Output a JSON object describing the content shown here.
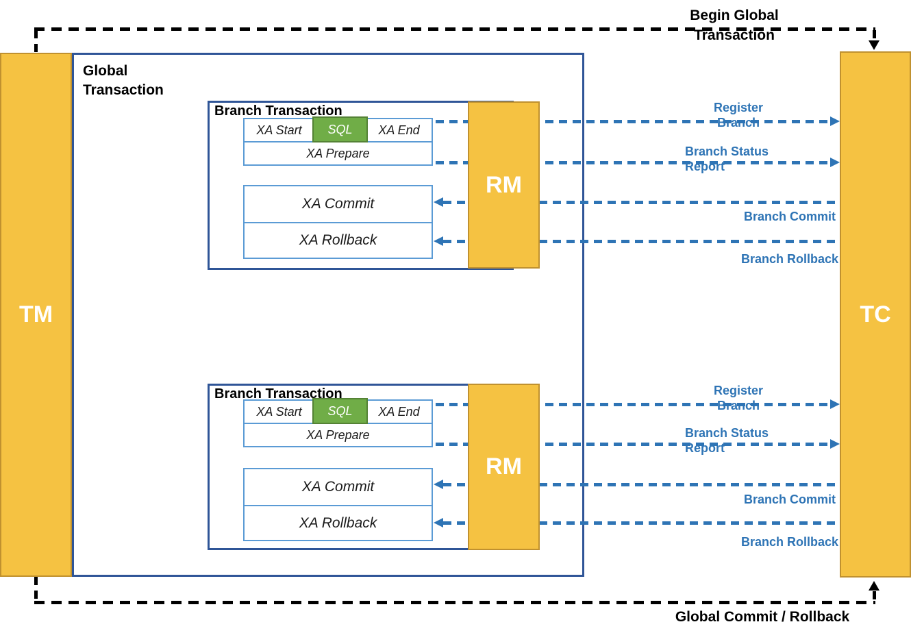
{
  "colors": {
    "actor_fill": "#F5C242",
    "actor_border": "#C0912F",
    "box_border": "#2F5597",
    "inner_border": "#5B9BD5",
    "sql_fill": "#70AD47",
    "sql_border": "#548235",
    "message_blue": "#2E74B5",
    "connector_black": "#000000"
  },
  "actors": {
    "tm": "TM",
    "tc": "TC"
  },
  "global_transaction": {
    "title": "Global Transaction"
  },
  "connectors": {
    "begin_label": "Begin Global Transaction",
    "commit_label": "Global Commit / Rollback"
  },
  "branches": [
    {
      "title": "Branch Transaction",
      "rm": "RM",
      "steps": {
        "xa_start": "XA Start",
        "sql": "SQL",
        "xa_end": "XA End",
        "xa_prepare": "XA Prepare",
        "xa_commit": "XA Commit",
        "xa_rollback": "XA Rollback"
      },
      "messages": {
        "register": "Register Branch",
        "status_report": "Branch Status Report",
        "commit": "Branch Commit",
        "rollback": "Branch Rollback"
      }
    },
    {
      "title": "Branch Transaction",
      "rm": "RM",
      "steps": {
        "xa_start": "XA Start",
        "sql": "SQL",
        "xa_end": "XA End",
        "xa_prepare": "XA Prepare",
        "xa_commit": "XA Commit",
        "xa_rollback": "XA Rollback"
      },
      "messages": {
        "register": "Register Branch",
        "status_report": "Branch Status Report",
        "commit": "Branch Commit",
        "rollback": "Branch Rollback"
      }
    }
  ]
}
